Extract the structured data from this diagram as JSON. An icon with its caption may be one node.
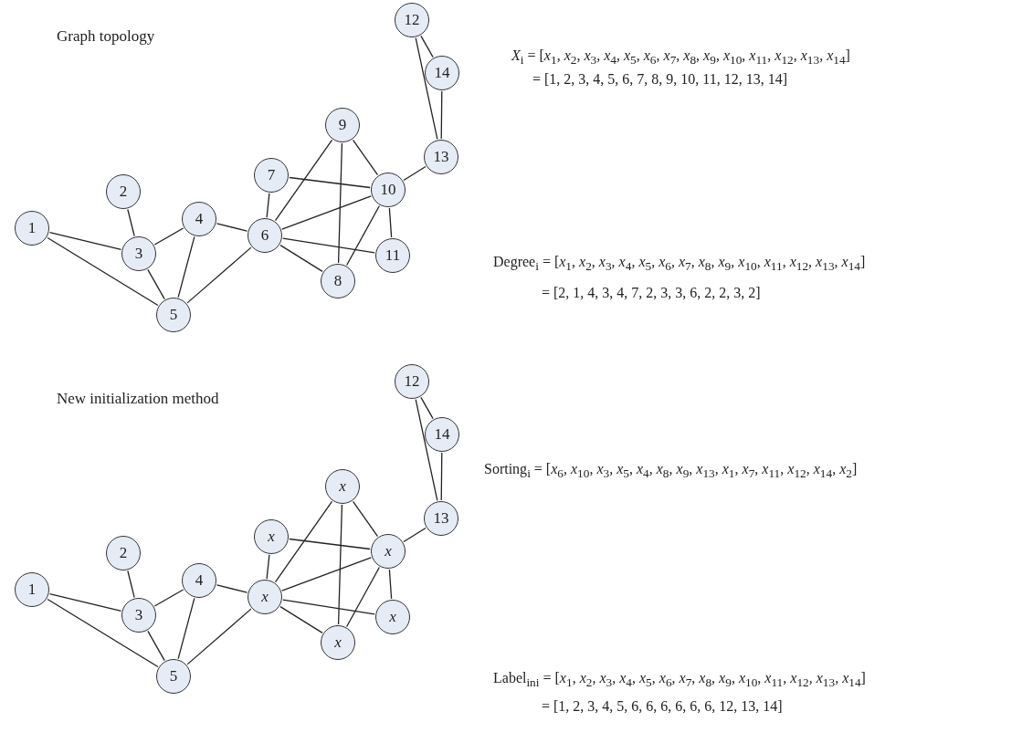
{
  "diagram": {
    "nodes": [
      {
        "text": [
          "1"
        ]
      },
      {
        "text": [
          "2"
        ]
      },
      {
        "text": [
          "3"
        ]
      },
      {
        "text": [
          "4"
        ]
      },
      {
        "text": [
          "5"
        ]
      },
      {
        "text": [
          "6"
        ]
      },
      {
        "text": [
          "7"
        ]
      },
      {
        "text": [
          "8"
        ]
      },
      {
        "text": [
          "9"
        ]
      },
      {
        "text": [
          "10"
        ]
      },
      {
        "text": [
          "11"
        ]
      },
      {
        "text": [
          "12"
        ]
      },
      {
        "text": [
          "13"
        ]
      },
      {
        "text": [
          "14"
        ]
      },
      {
        "text": [
          "1"
        ]
      },
      {
        "text": [
          "2"
        ]
      },
      {
        "text": [
          "3"
        ]
      },
      {
        "text": [
          "4"
        ]
      },
      {
        "text": [
          "5"
        ]
      },
      {
        "text": [
          "*x*"
        ]
      },
      {
        "text": [
          "*x*"
        ]
      },
      {
        "text": [
          "*x*"
        ]
      },
      {
        "text": [
          "*x*"
        ]
      },
      {
        "text": [
          "*x*"
        ]
      },
      {
        "text": [
          "*x*"
        ]
      },
      {
        "text": [
          "12"
        ]
      },
      {
        "text": [
          "13"
        ]
      },
      {
        "text": [
          "14"
        ]
      }
    ],
    "edges": [
      {
        "from": 0,
        "to": 2,
        "arrow": "none"
      },
      {
        "from": 0,
        "to": 4,
        "arrow": "none"
      },
      {
        "from": 1,
        "to": 2,
        "arrow": "none"
      },
      {
        "from": 2,
        "to": 3,
        "arrow": "none"
      },
      {
        "from": 2,
        "to": 4,
        "arrow": "none"
      },
      {
        "from": 3,
        "to": 4,
        "arrow": "none"
      },
      {
        "from": 3,
        "to": 5,
        "arrow": "none"
      },
      {
        "from": 4,
        "to": 5,
        "arrow": "none"
      },
      {
        "from": 6,
        "to": 5,
        "arrow": "none"
      },
      {
        "from": 6,
        "to": 9,
        "arrow": "none"
      },
      {
        "from": 8,
        "to": 5,
        "arrow": "none"
      },
      {
        "from": 8,
        "to": 7,
        "arrow": "none"
      },
      {
        "from": 8,
        "to": 9,
        "arrow": "none"
      },
      {
        "from": 5,
        "to": 9,
        "arrow": "none"
      },
      {
        "from": 5,
        "to": 10,
        "arrow": "none"
      },
      {
        "from": 5,
        "to": 7,
        "arrow": "none"
      },
      {
        "from": 7,
        "to": 9,
        "arrow": "none"
      },
      {
        "from": 9,
        "to": 10,
        "arrow": "none"
      },
      {
        "from": 9,
        "to": 12,
        "arrow": "none"
      },
      {
        "from": 12,
        "to": 11,
        "arrow": "none"
      },
      {
        "from": 12,
        "to": 13,
        "arrow": "none"
      },
      {
        "from": 11,
        "to": 13,
        "arrow": "none"
      },
      {
        "from": 14,
        "to": 16,
        "arrow": "none"
      },
      {
        "from": 14,
        "to": 18,
        "arrow": "none"
      },
      {
        "from": 15,
        "to": 16,
        "arrow": "none"
      },
      {
        "from": 16,
        "to": 17,
        "arrow": "none"
      },
      {
        "from": 16,
        "to": 18,
        "arrow": "none"
      },
      {
        "from": 17,
        "to": 18,
        "arrow": "none"
      },
      {
        "from": 17,
        "to": 19,
        "arrow": "none"
      },
      {
        "from": 18,
        "to": 19,
        "arrow": "none"
      },
      {
        "from": 20,
        "to": 19,
        "arrow": "none"
      },
      {
        "from": 20,
        "to": 23,
        "arrow": "none"
      },
      {
        "from": 22,
        "to": 19,
        "arrow": "none"
      },
      {
        "from": 22,
        "to": 21,
        "arrow": "none"
      },
      {
        "from": 22,
        "to": 23,
        "arrow": "none"
      },
      {
        "from": 19,
        "to": 23,
        "arrow": "none"
      },
      {
        "from": 19,
        "to": 24,
        "arrow": "none"
      },
      {
        "from": 19,
        "to": 21,
        "arrow": "none"
      },
      {
        "from": 21,
        "to": 23,
        "arrow": "none"
      },
      {
        "from": 23,
        "to": 24,
        "arrow": "none"
      },
      {
        "from": 23,
        "to": 26,
        "arrow": "none"
      },
      {
        "from": 26,
        "to": 25,
        "arrow": "none"
      },
      {
        "from": 26,
        "to": 27,
        "arrow": "none"
      },
      {
        "from": 25,
        "to": 27,
        "arrow": "none"
      }
    ],
    "labels": [
      "Graph topology",
      "*X*$_{i}$ = [*x*$_{1}$, *x*$_{2}$, *x*$_{3}$, *x*$_{4}$, *x*$_{5}$, *x*$_{6}$, *x*$_{7}$, *x*$_{8}$, *x*$_{9}$, *x*$_{10}$, *x*$_{11}$, *x*$_{12}$, *x*$_{13}$, *x*$_{14}$]",
      "= [1, 2, 3, 4, 5, 6, 7, 8, 9, 10, 11, 12, 13, 14]",
      "Degree$_{i}$ = [*x*$_{1}$, *x*$_{2}$, *x*$_{3}$, *x*$_{4}$, *x*$_{5}$, *x*$_{6}$, *x*$_{7}$, *x*$_{8}$, *x*$_{9}$, *x*$_{10}$, *x*$_{11}$, *x*$_{12}$, *x*$_{13}$, *x*$_{14}$]",
      "= [2, 1, 4, 3, 4, 7, 2, 3, 3, 6, 2, 2, 3, 2]",
      "Sorting$_{i}$ = [*x*$_{6}$, *x*$_{10}$, *x*$_{3}$, *x*$_{5}$, *x*$_{4}$, *x*$_{8}$, *x*$_{9}$, *x*$_{13}$, *x*$_{1}$, *x*$_{7}$, *x*$_{11}$, *x*$_{12}$, *x*$_{14}$, *x*$_{2}$]",
      "New initialization method",
      "Label$_{ini}$ = [*x*$_{1}$, *x*$_{2}$, *x*$_{3}$, *x*$_{4}$, *x*$_{5}$, *x*$_{6}$, *x*$_{7}$, *x*$_{8}$, *x*$_{9}$, *x*$_{10}$, *x*$_{11}$, *x*$_{12}$, *x*$_{13}$, *x*$_{14}$]",
      "= [1, 2, 3, 4, 5, 6, 6, 6, 6, 6, 6, 12, 13, 14]"
    ]
  }
}
